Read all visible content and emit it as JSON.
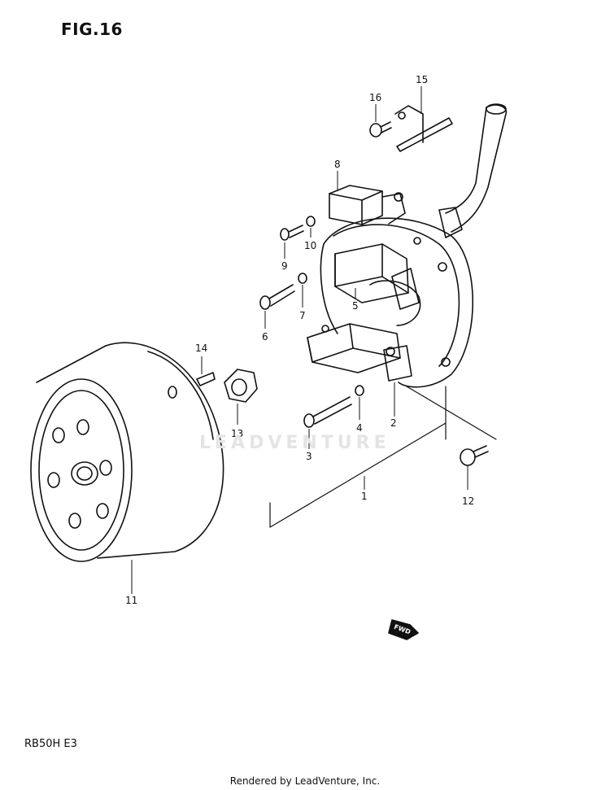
{
  "figure": {
    "title": "FIG.16",
    "model_code": "RB50H E3",
    "credit": "Rendered by LeadVenture, Inc.",
    "watermark": "LEADVENTURE"
  },
  "callouts": [
    "1",
    "2",
    "3",
    "4",
    "5",
    "6",
    "7",
    "8",
    "9",
    "10",
    "11",
    "12",
    "13",
    "14",
    "15",
    "16"
  ],
  "direction_tag": "FWD",
  "line_color": "#111111",
  "watermark_color": "#e4e4e4"
}
